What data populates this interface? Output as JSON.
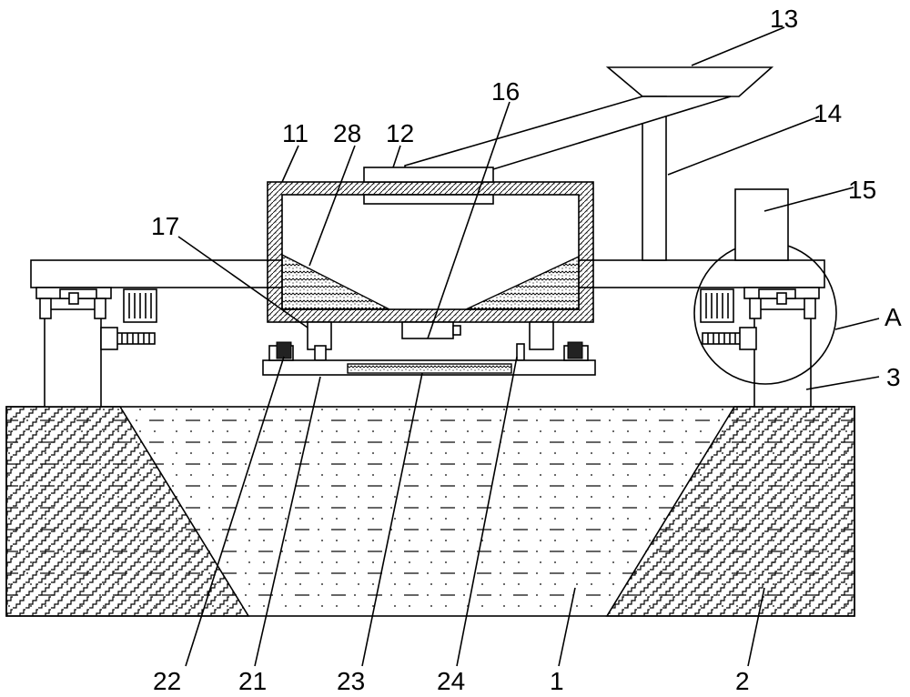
{
  "labels": {
    "l1": "1",
    "l2": "2",
    "l3": "3",
    "l11": "11",
    "l12": "12",
    "l13": "13",
    "l14": "14",
    "l15": "15",
    "l16": "16",
    "l17": "17",
    "l21": "21",
    "l22": "22",
    "l23": "23",
    "l24": "24",
    "l28": "28",
    "lA": "A"
  }
}
